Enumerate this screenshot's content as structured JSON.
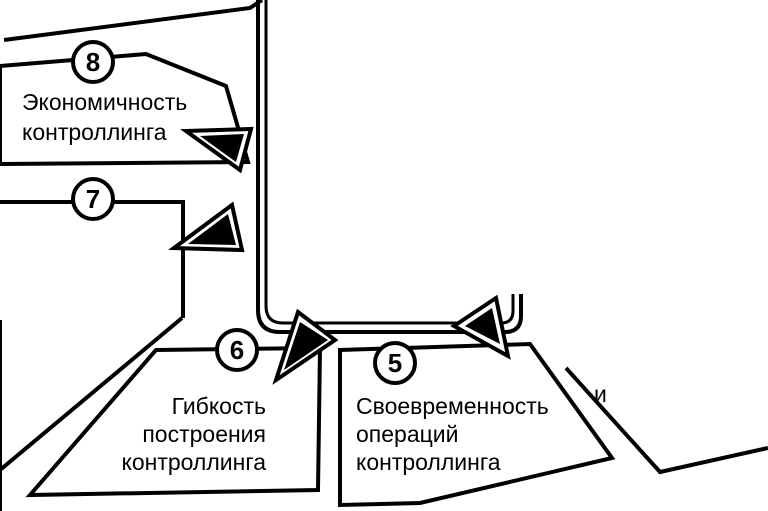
{
  "blocks": [
    {
      "id": "8",
      "number": "8",
      "lines": [
        "Экономичность",
        "контроллинга"
      ]
    },
    {
      "id": "7",
      "number": "7",
      "lines": []
    },
    {
      "id": "6",
      "number": "6",
      "lines": [
        "Гибкость",
        "построения",
        "контроллинга"
      ]
    },
    {
      "id": "5",
      "number": "5",
      "lines": [
        "Своевременность",
        "операций",
        "контроллинга"
      ]
    }
  ],
  "fragment_text": "и",
  "colors": {
    "stroke": "#000000",
    "fill": "#ffffff"
  }
}
